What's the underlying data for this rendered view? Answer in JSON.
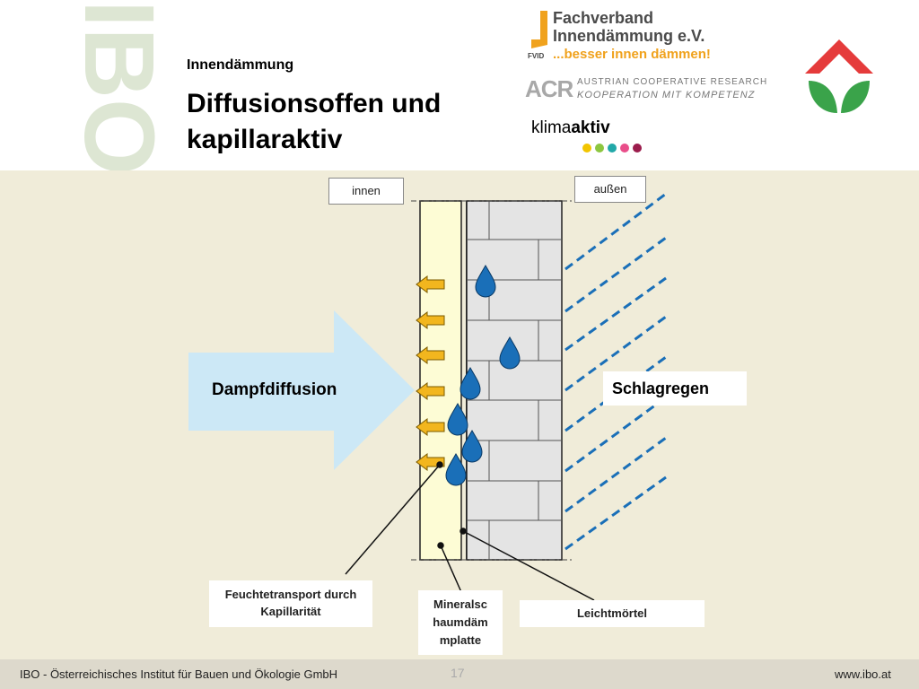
{
  "header": {
    "watermark": "IBO",
    "subtitle": "Innendämmung",
    "title": "Diffusionsoffen und kapillaraktiv"
  },
  "logos": {
    "fvid": {
      "name": "Fachverband Innendämmung e.V.",
      "abbr": "FVID",
      "tagline": "...besser innen dämmen!",
      "accent_color": "#f0a21d"
    },
    "acr": {
      "mark": "ACR",
      "line1": "AUSTRIAN COOPERATIVE RESEARCH",
      "line2": "KOOPERATION MIT KOMPETENZ"
    },
    "klimaaktiv": {
      "prefix": "klima",
      "bold": "aktiv",
      "dot_colors": [
        "#f2c500",
        "#8cc63f",
        "#22a8a8",
        "#e94e8a",
        "#9b1c4c"
      ]
    },
    "house_logo": {
      "roof_color": "#e53b3b",
      "leaf_color": "#3aa34a"
    }
  },
  "diagram": {
    "label_innen": "innen",
    "label_aussen": "außen",
    "label_dampf": "Dampfdiffusion",
    "label_schlag": "Schlagregen",
    "label_feuchte": "Feuchtetransport durch Kapillarität",
    "label_mineral": "Mineralsc haumdäm mplatte",
    "label_leicht": "Leichtmörtel",
    "colors": {
      "insulation": "#fdfcd5",
      "brick": "#e4e4e4",
      "arrow_big": "#cce8f6",
      "arrow_small": "#f2b61e",
      "drop": "#1a6fb8",
      "rain": "#1a6fb8"
    }
  },
  "footer": {
    "org": "IBO - Österreichisches Institut für Bauen und Ökologie GmbH",
    "page": "17",
    "url": "www.ibo.at"
  }
}
